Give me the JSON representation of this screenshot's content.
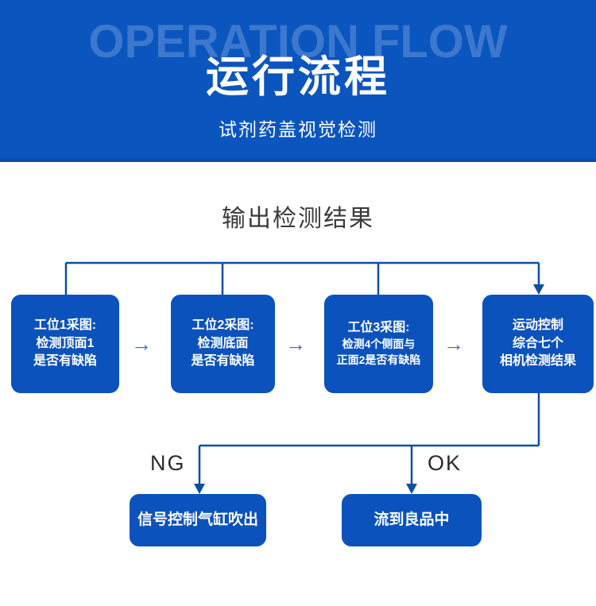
{
  "header": {
    "watermark": "OPERATION FLOW",
    "title": "运行流程",
    "subtitle": "试剂药盖视觉检测",
    "background_color": "#0b55bf",
    "title_color": "#ffffff",
    "watermark_color": "#3c78cd"
  },
  "section": {
    "heading": "输出检测结果",
    "heading_color": "#3a3a3a"
  },
  "flow": {
    "node_color": "#0b52bd",
    "connector_color": "#0d4fa3",
    "step_arrow_color": "#3a6cb5",
    "step_arrow_glyph": "→",
    "process_nodes": [
      {
        "id": "station-1",
        "lines": [
          "工位1采图:",
          "检测顶面1",
          "是否有缺陷"
        ]
      },
      {
        "id": "station-2",
        "lines": [
          "工位2采图:",
          "检测底面",
          "是否有缺陷"
        ]
      },
      {
        "id": "station-3",
        "lines": [
          "工位3采图:",
          "检测4个侧面与",
          "正面2是否有缺陷"
        ]
      },
      {
        "id": "motion-control",
        "lines": [
          "运动控制",
          "综合七个",
          "相机检测结果"
        ]
      }
    ],
    "branches": [
      {
        "id": "ng",
        "label": "NG",
        "result_text": "信号控制气缸吹出"
      },
      {
        "id": "ok",
        "label": "OK",
        "result_text": "流到良品中"
      }
    ]
  }
}
